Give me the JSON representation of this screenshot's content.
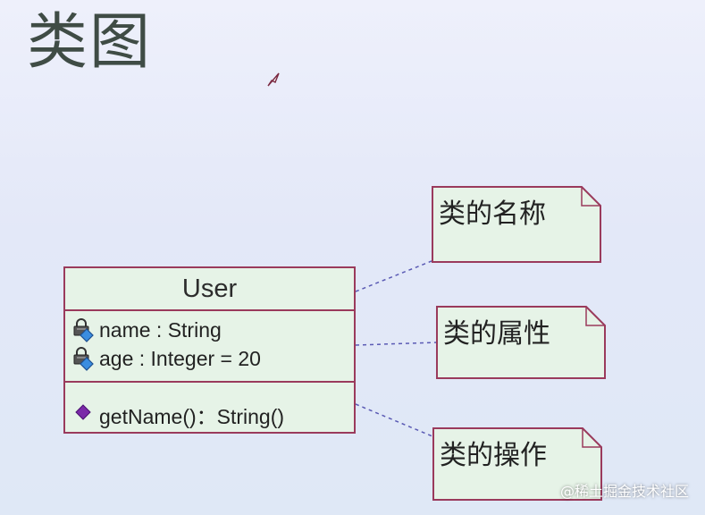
{
  "slide": {
    "title": "类图"
  },
  "class": {
    "name": "User",
    "attributes": [
      {
        "text": "name : String",
        "icon": "private-attribute-icon"
      },
      {
        "text": "age : Integer = 20",
        "icon": "private-attribute-icon"
      }
    ],
    "operations": [
      {
        "text": "getName()：String()",
        "icon": "public-operation-icon"
      }
    ]
  },
  "notes": {
    "name": "类的名称",
    "attributes": "类的属性",
    "operations": "类的操作"
  },
  "watermark": "@稀土掘金技术社区",
  "colors": {
    "class_border": "#9a3a5c",
    "class_fill": "#e6f3e7",
    "note_fill": "#e6f3e7",
    "note_border": "#9a3a5c",
    "connector": "#5a5ab4"
  }
}
